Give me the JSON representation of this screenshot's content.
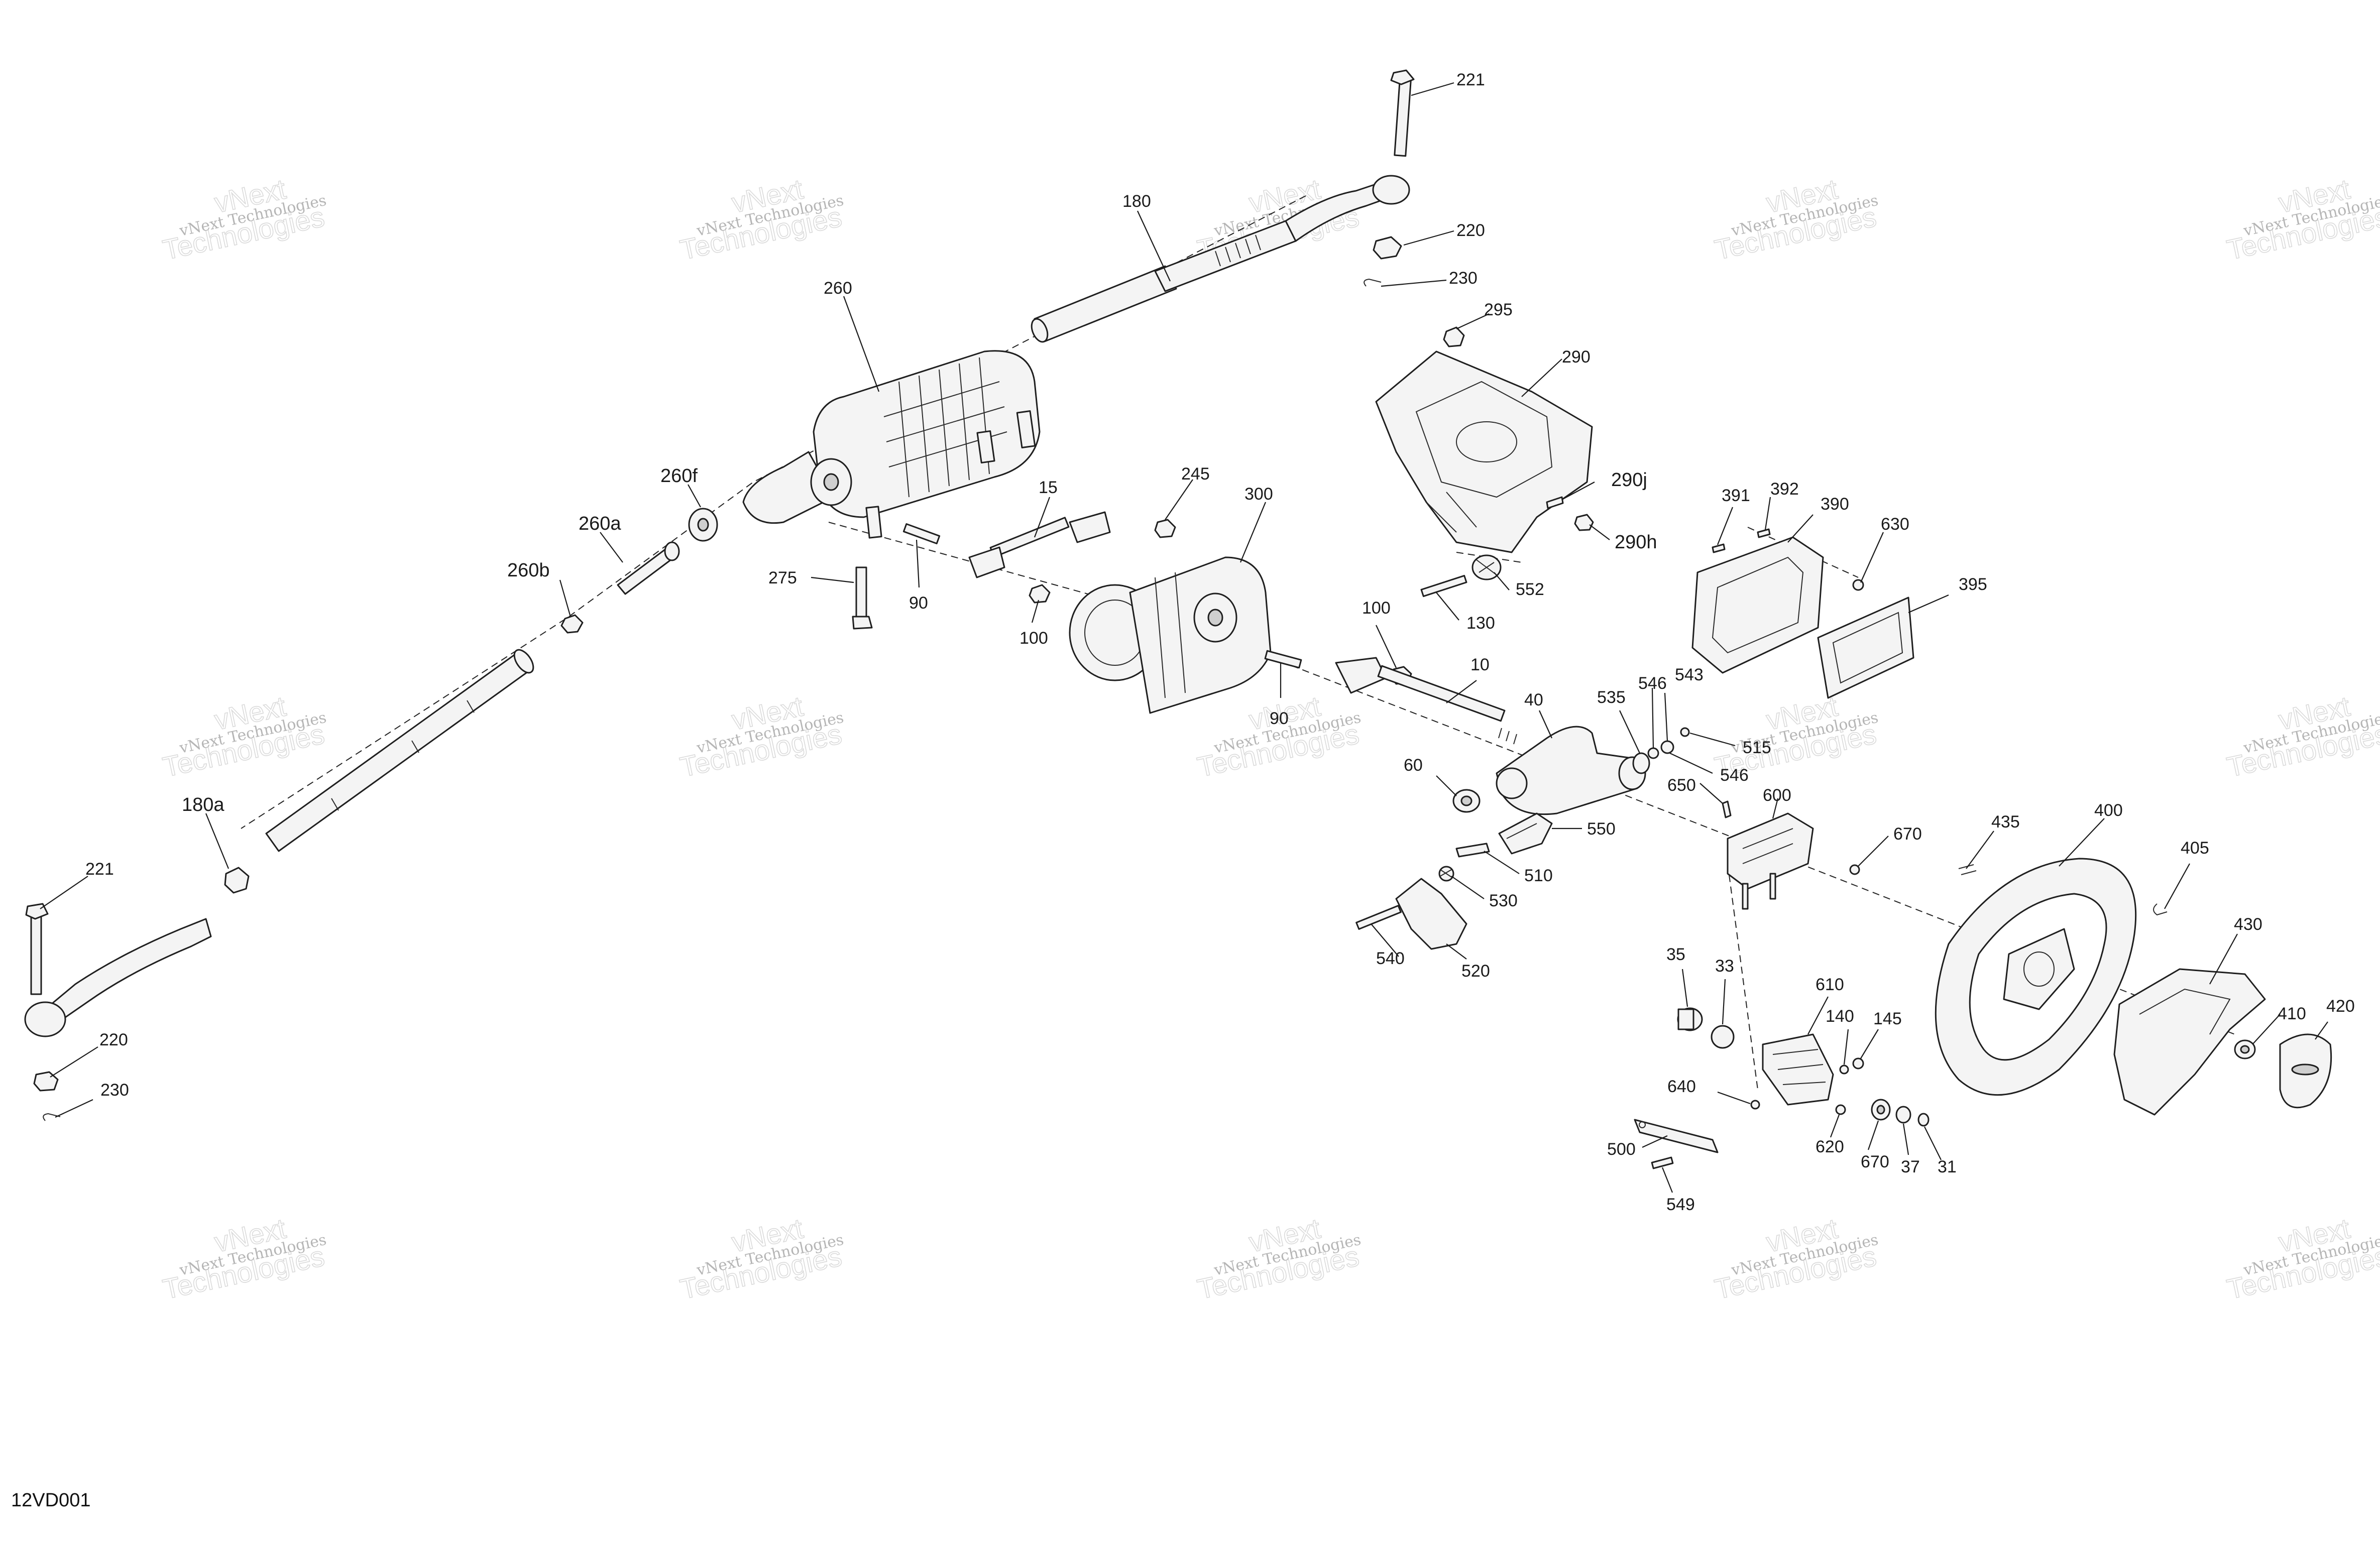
{
  "figure_code": "12VD001",
  "watermark": {
    "line1": "vNext Technologies",
    "line2": "vNext",
    "line3": "Technologies"
  },
  "callouts": {
    "c221_top": "221",
    "c180": "180",
    "c220_top": "220",
    "c230_top": "230",
    "c260": "260",
    "c260f": "260f",
    "c260a": "260a",
    "c260b": "260b",
    "c275": "275",
    "c90_a": "90",
    "c15": "15",
    "c100_a": "100",
    "c245": "245",
    "c300": "300",
    "c295": "295",
    "c290": "290",
    "c290j": "290j",
    "c290h": "290h",
    "c552": "552",
    "c130": "130",
    "c391": "391",
    "c392": "392",
    "c390": "390",
    "c630": "630",
    "c395": "395",
    "c100_b": "100",
    "c10": "10",
    "c90_b": "90",
    "c40": "40",
    "c535": "535",
    "c546_a": "546",
    "c543": "543",
    "c515": "515",
    "c546_b": "546",
    "c650": "650",
    "c60": "60",
    "c550": "550",
    "c600": "600",
    "c670_a": "670",
    "c510": "510",
    "c530": "530",
    "c540": "540",
    "c520": "520",
    "c180a": "180a",
    "c221_bot": "221",
    "c220_bot": "220",
    "c230_bot": "230",
    "c435": "435",
    "c400": "400",
    "c405": "405",
    "c430": "430",
    "c410": "410",
    "c420": "420",
    "c35": "35",
    "c33": "33",
    "c610": "610",
    "c140": "140",
    "c145": "145",
    "c640": "640",
    "c620": "620",
    "c670_b": "670",
    "c37": "37",
    "c31": "31",
    "c500": "500",
    "c549": "549"
  }
}
